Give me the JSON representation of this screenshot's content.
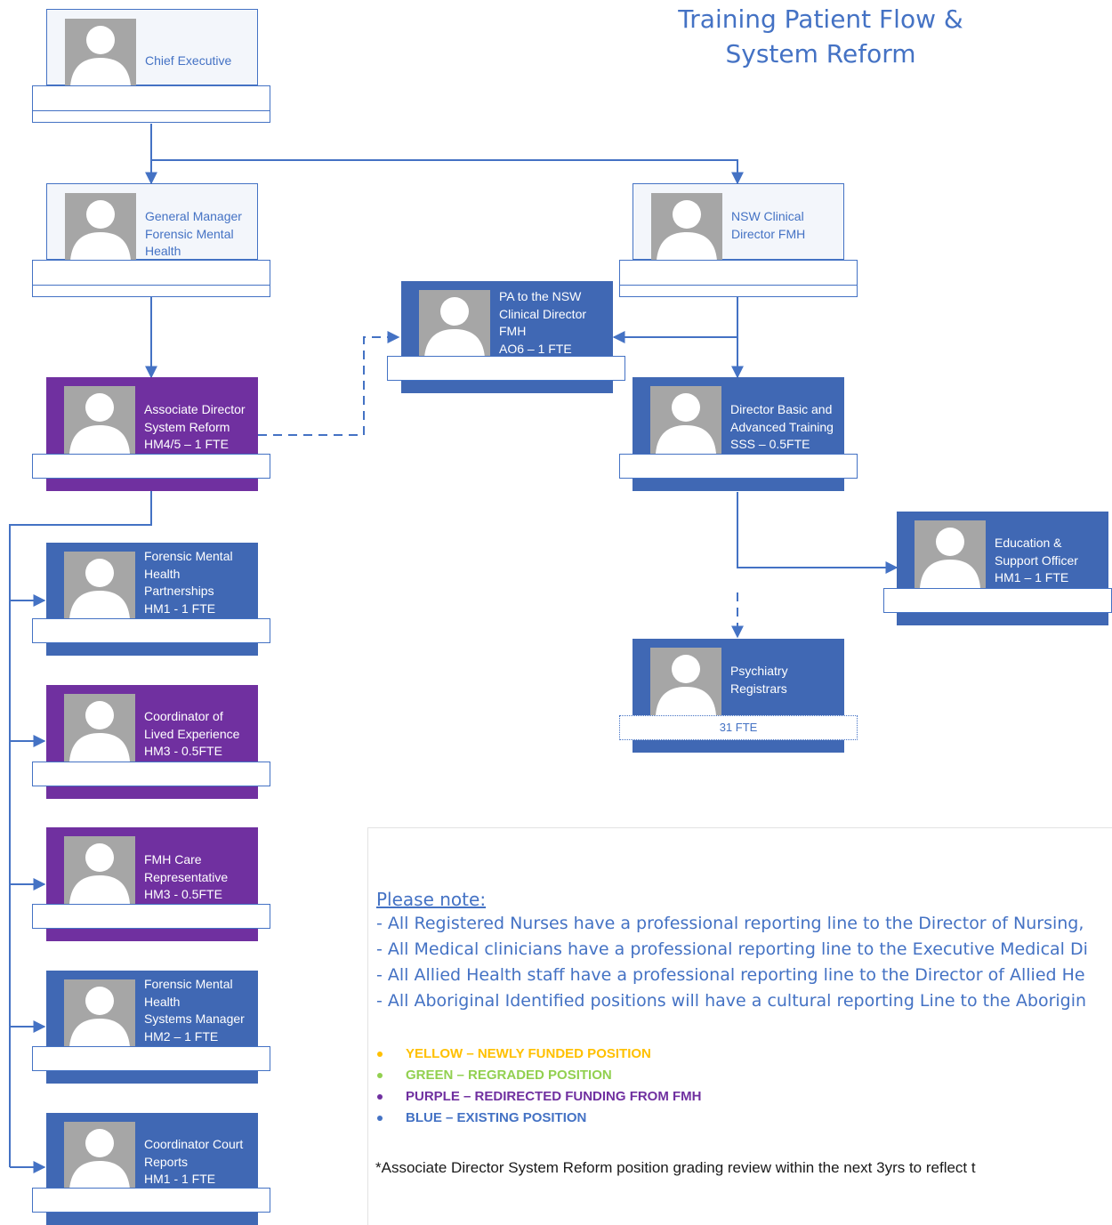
{
  "title": {
    "line1": "Training Patient Flow &",
    "line2": "System Reform"
  },
  "positions": {
    "chief_executive": {
      "lines": [
        "Chief Executive"
      ]
    },
    "general_manager": {
      "lines": [
        "General Manager",
        "Forensic Mental",
        "Health"
      ]
    },
    "nsw_clinical_director": {
      "lines": [
        "NSW Clinical",
        "Director FMH"
      ]
    },
    "pa_clinical_director": {
      "lines": [
        "PA to the NSW",
        "Clinical Director",
        "FMH",
        "AO6 – 1 FTE"
      ]
    },
    "associate_director": {
      "lines": [
        "Associate Director",
        "System Reform",
        "HM4/5 – 1 FTE"
      ]
    },
    "director_training": {
      "lines": [
        "Director Basic and",
        "Advanced Training",
        "SSS – 0.5FTE"
      ]
    },
    "education_officer": {
      "lines": [
        "Education &",
        "Support Officer",
        "HM1 – 1 FTE"
      ]
    },
    "psychiatry_registrars": {
      "lines": [
        "Psychiatry",
        "Registrars"
      ],
      "fte": "31 FTE"
    },
    "fmh_partnerships": {
      "lines": [
        "Forensic Mental",
        "Health",
        "Partnerships",
        "HM1 -  1 FTE"
      ]
    },
    "coordinator_lived_experience": {
      "lines": [
        "Coordinator of",
        "Lived Experience",
        "HM3 - 0.5FTE"
      ]
    },
    "care_representative": {
      "lines": [
        "FMH Care",
        "Representative",
        "HM3 - 0.5FTE"
      ]
    },
    "systems_manager": {
      "lines": [
        "Forensic Mental",
        "Health",
        "Systems Manager",
        "HM2 – 1 FTE"
      ]
    },
    "court_reports": {
      "lines": [
        "Coordinator Court",
        "Reports",
        "HM1 -  1 FTE"
      ]
    }
  },
  "notes": {
    "heading": "Please note:",
    "lines": [
      "- All Registered Nurses have a professional reporting line to the Director of Nursing,",
      "- All Medical clinicians have a professional reporting line to the Executive Medical Di",
      "- All Allied Health staff have a professional reporting line to the Director of Allied He",
      "- All Aboriginal Identified positions will have a cultural reporting Line to the Aborigin"
    ],
    "legend": [
      {
        "label": "YELLOW – NEWLY FUNDED POSITION",
        "color": "#ffc000"
      },
      {
        "label": "GREEN – REGRADED POSITION",
        "color": "#92d050"
      },
      {
        "label": "PURPLE – REDIRECTED FUNDING FROM FMH",
        "color": "#7030a0"
      },
      {
        "label": "BLUE – EXISTING POSITION",
        "color": "#4472c4"
      }
    ],
    "footnote": "*Associate Director System Reform  position grading review within the next 3yrs to reflect t"
  }
}
